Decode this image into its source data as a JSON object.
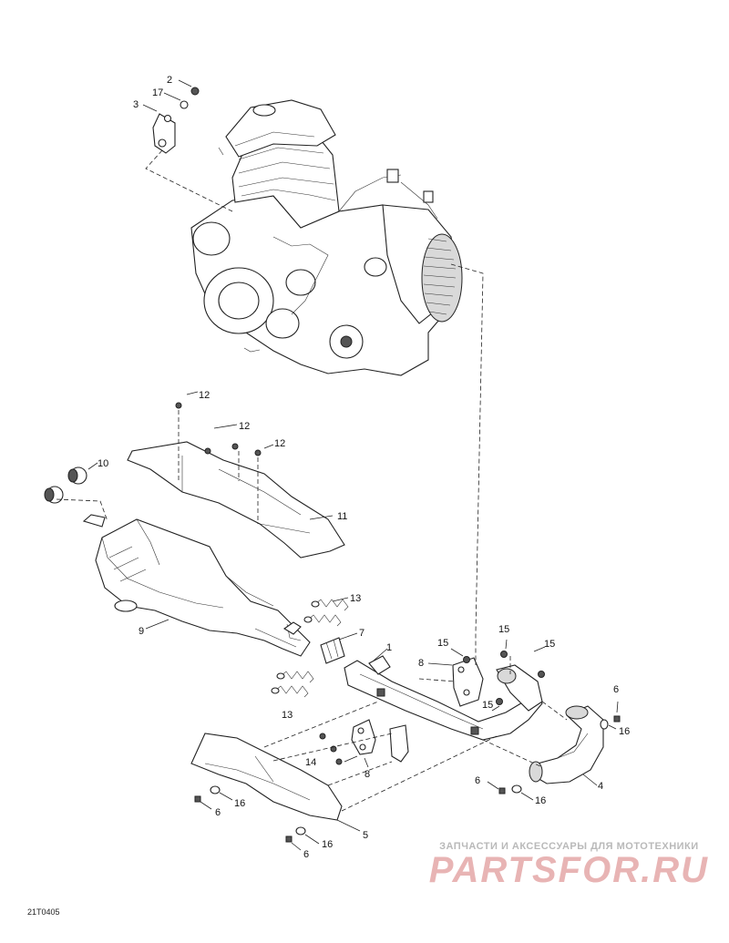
{
  "figure_code": "21Т0405",
  "watermark": {
    "line1": "ЗАПЧАСТИ И АКСЕССУАРЫ ДЛЯ МОТОТЕХНИКИ",
    "logo": "PARTSFOR.RU"
  },
  "callouts": {
    "c1": "1",
    "c2": "2",
    "c3": "3",
    "c4": "4",
    "c5": "5",
    "c6a": "6",
    "c6b": "6",
    "c6c": "6",
    "c6d": "6",
    "c7": "7",
    "c8a": "8",
    "c8b": "8",
    "c9": "9",
    "c10": "10",
    "c11": "11",
    "c12a": "12",
    "c12b": "12",
    "c12c": "12",
    "c13a": "13",
    "c13b": "13",
    "c14": "14",
    "c15a": "15",
    "c15b": "15",
    "c15c": "15",
    "c15d": "15",
    "c16a": "16",
    "c16b": "16",
    "c16c": "16",
    "c16d": "16",
    "c17": "17"
  }
}
